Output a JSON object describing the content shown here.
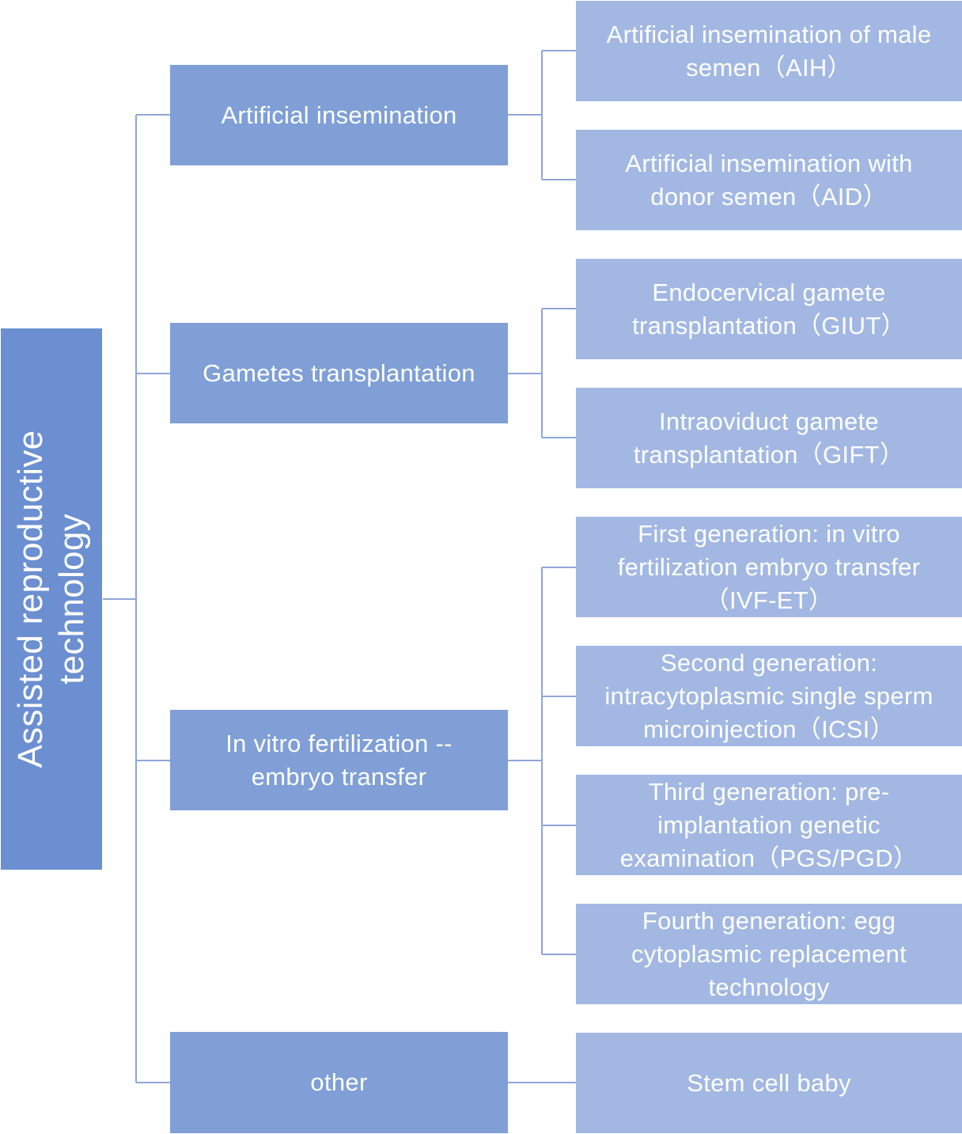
{
  "root": {
    "label": "Assisted reproductive\ntechnology"
  },
  "categories": [
    {
      "label": "Artificial insemination"
    },
    {
      "label": "Gametes transplantation"
    },
    {
      "label": "In vitro fertilization --\nembryo transfer"
    },
    {
      "label": "other"
    }
  ],
  "leaves": [
    {
      "label": "Artificial insemination of male\nsemen（AIH）"
    },
    {
      "label": "Artificial insemination with\ndonor semen（AID）"
    },
    {
      "label": "Endocervical gamete\ntransplantation（GIUT）"
    },
    {
      "label": "Intraoviduct gamete\ntransplantation（GIFT）"
    },
    {
      "label": "First generation: in vitro\nfertilization embryo transfer\n（IVF-ET）"
    },
    {
      "label": "Second generation:\nintracytoplasmic single sperm\nmicroinjection（ICSI）"
    },
    {
      "label": "Third generation: pre-\nimplantation genetic\nexamination（PGS/PGD）"
    },
    {
      "label": "Fourth generation: egg\ncytoplasmic replacement\ntechnology"
    },
    {
      "label": "Stem cell baby"
    }
  ]
}
